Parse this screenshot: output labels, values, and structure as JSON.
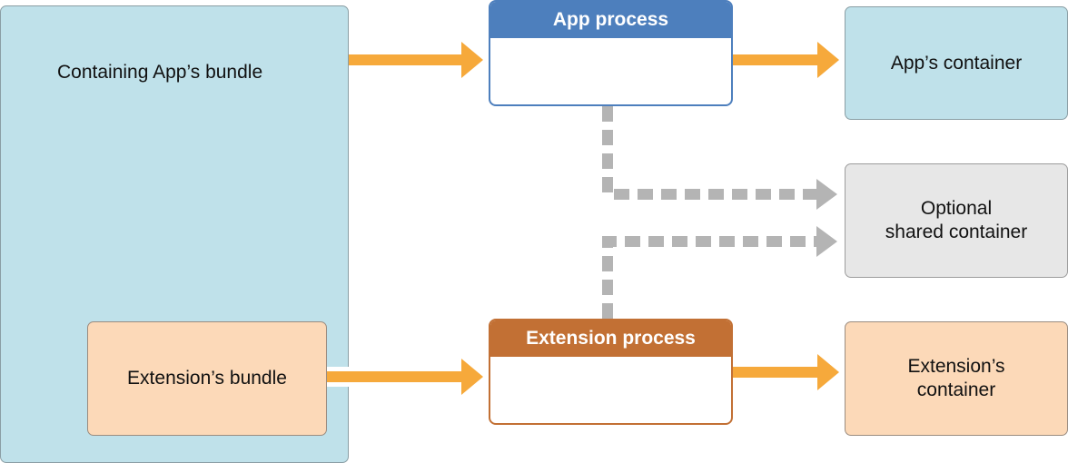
{
  "nodes": {
    "containing_bundle": "Containing App’s bundle",
    "extension_bundle": "Extension’s bundle",
    "app_process": "App process",
    "extension_process": "Extension process",
    "apps_container": "App’s container",
    "shared_container": [
      "Optional",
      "shared container"
    ],
    "extension_container": [
      "Extension’s",
      "container"
    ]
  },
  "colors": {
    "arrow_solid": "#f6a93b",
    "arrow_dashed": "#b4b4b4",
    "app_blue": "#4d7fbd",
    "extension_orange": "#c27034",
    "light_blue_fill": "#bfe1ea",
    "peach_fill": "#fcd9b8",
    "gray_fill": "#e7e7e7"
  }
}
